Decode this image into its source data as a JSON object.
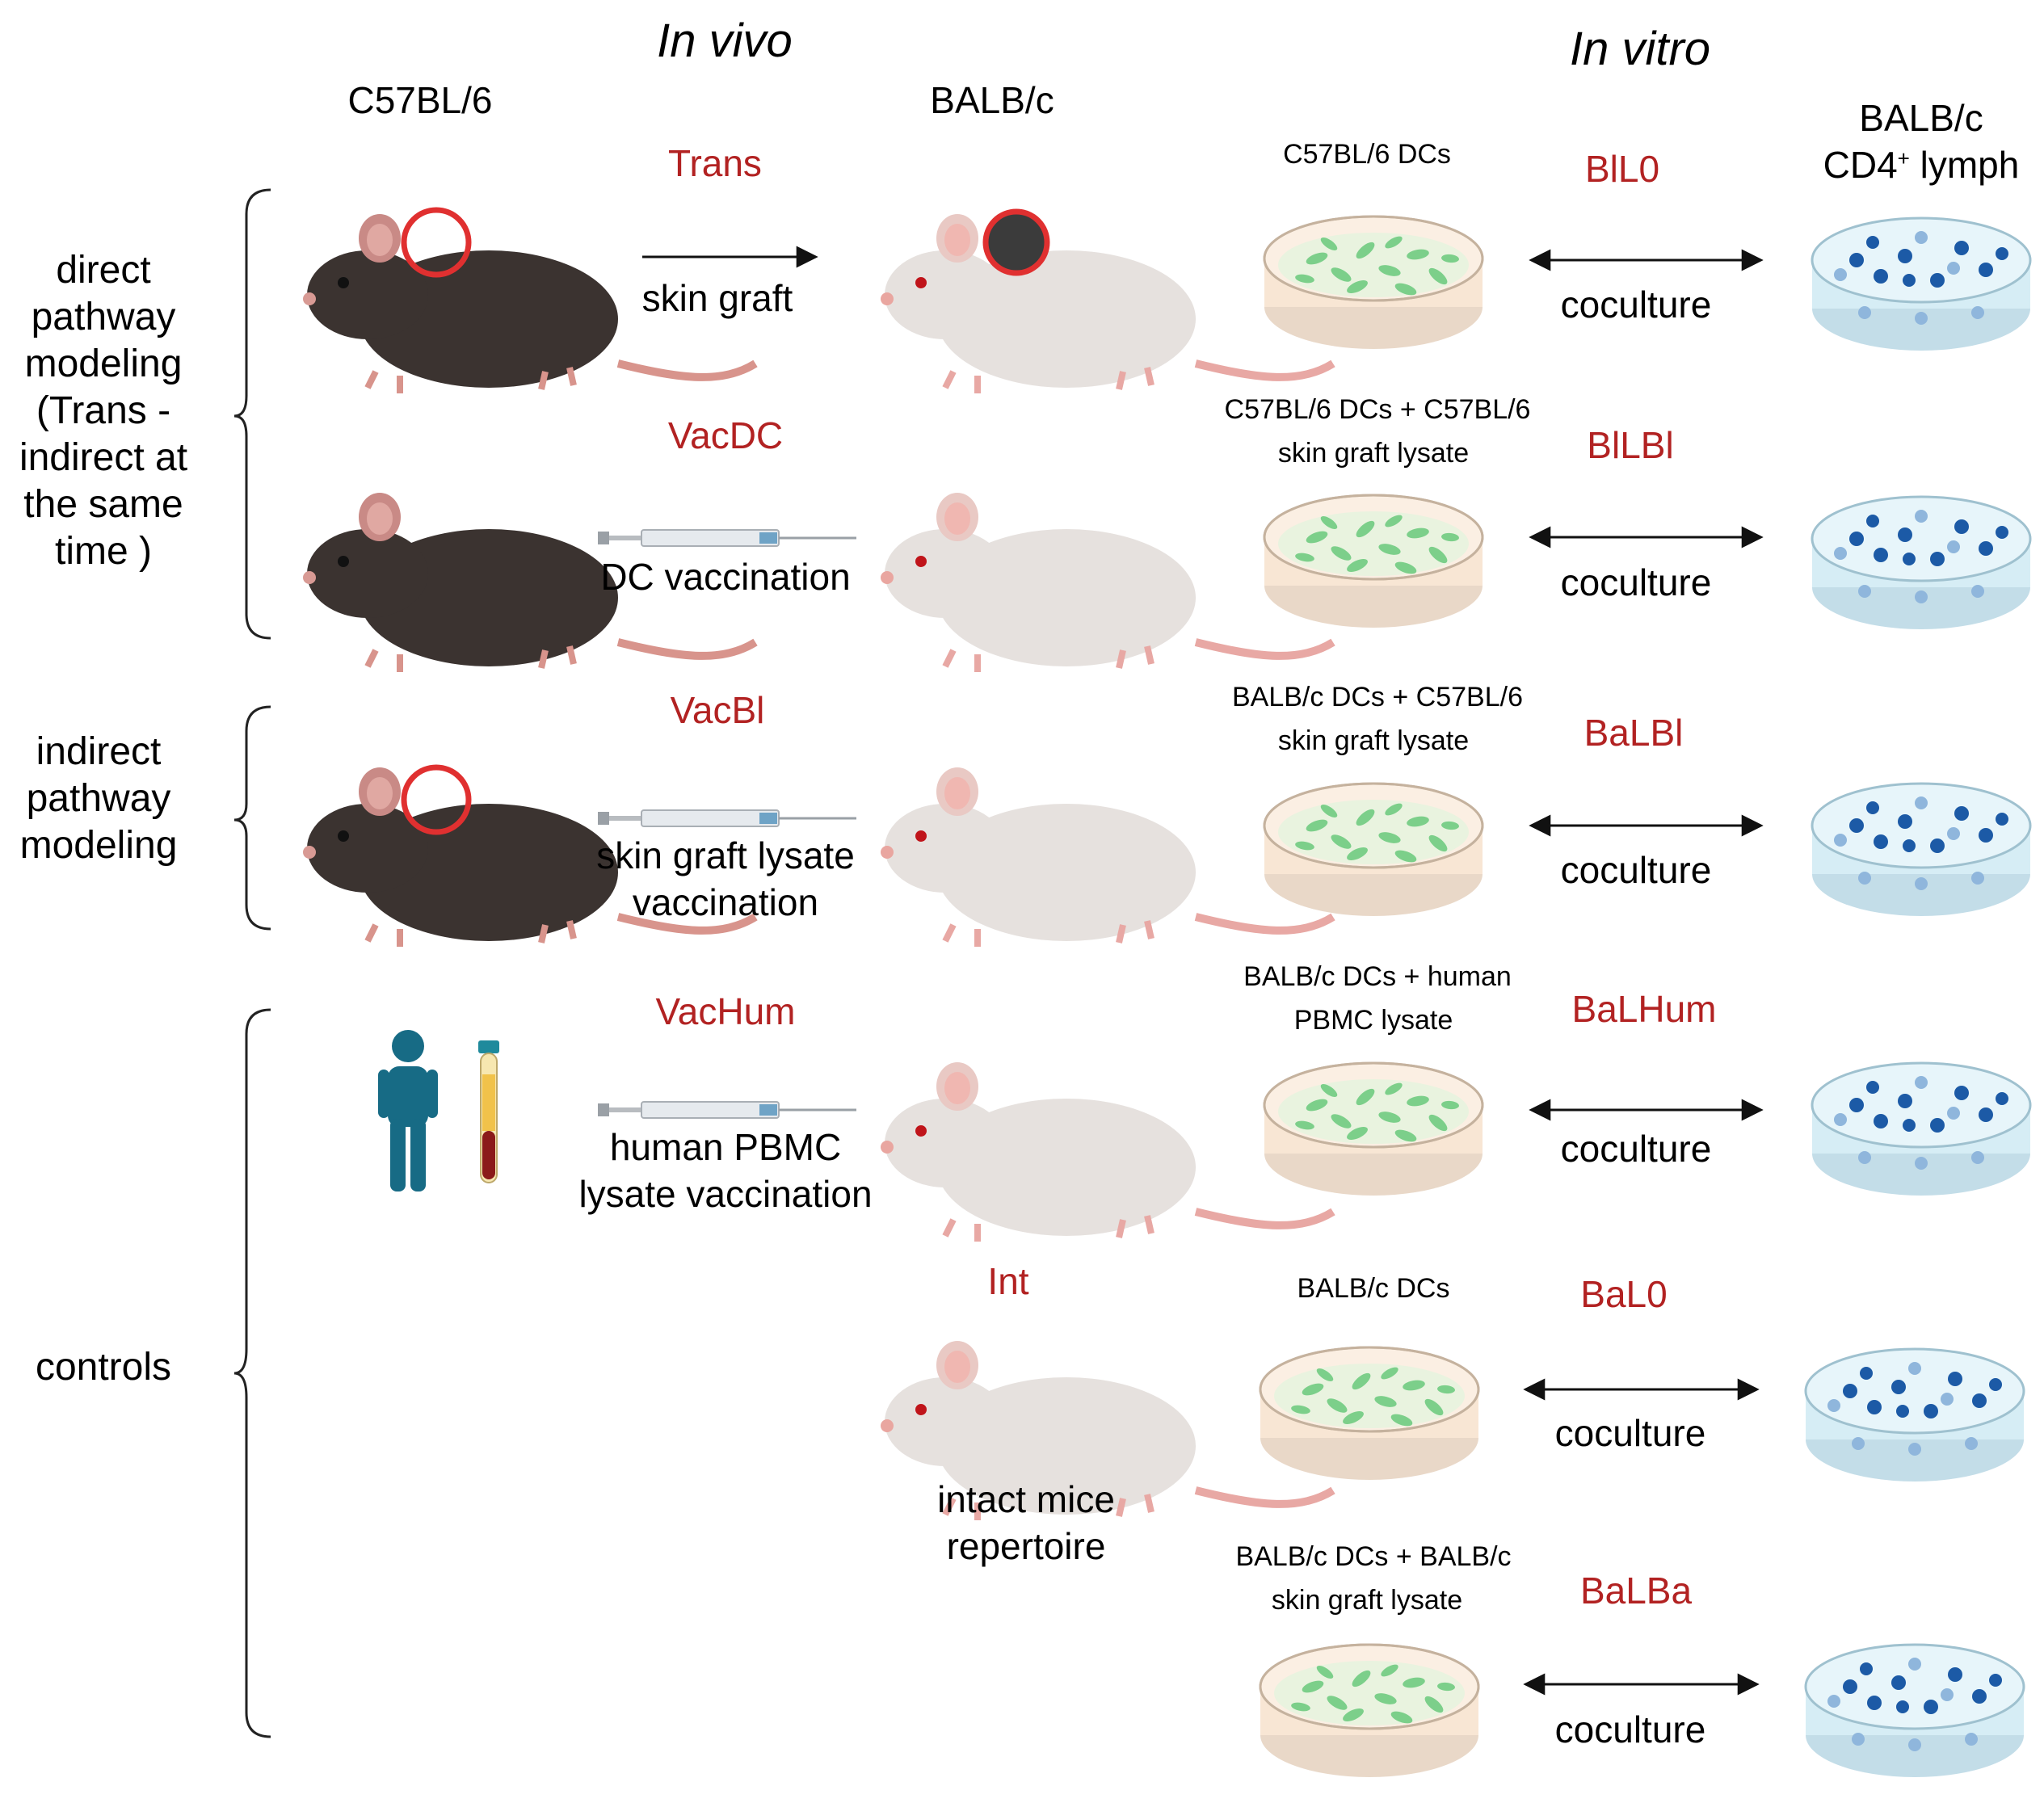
{
  "headers": {
    "in_vivo": "In vivo",
    "in_vitro": "In vitro"
  },
  "strains": {
    "donor": "C57BL/6",
    "recipient": "BALB/c",
    "lymph_1": "BALB/c",
    "lymph_2_base": "CD4",
    "lymph_2_sup": "+",
    "lymph_2_rest": " lymph"
  },
  "groups": [
    {
      "id": "direct",
      "lines": [
        "direct",
        "pathway",
        "modeling",
        "(Trans -",
        "indirect at",
        "the same",
        "time )"
      ]
    },
    {
      "id": "indirect",
      "lines": [
        "indirect",
        "pathway",
        "modeling"
      ]
    },
    {
      "id": "controls",
      "lines": [
        "controls"
      ]
    }
  ],
  "in_vivo_rows": [
    {
      "code": "Trans",
      "action": [
        "skin graft"
      ]
    },
    {
      "code": "VacDC",
      "action": [
        "DC vaccination"
      ]
    },
    {
      "code": "VacBl",
      "action": [
        "skin graft lysate",
        "vaccination"
      ]
    },
    {
      "code": "VacHum",
      "action": [
        "human PBMC",
        "lysate vaccination"
      ]
    },
    {
      "code": "Int",
      "action": [
        "intact mice",
        "repertoire"
      ]
    }
  ],
  "in_vitro_rows": [
    {
      "code": "BlL0",
      "dish_label": [
        "C57BL/6 DCs"
      ],
      "action": "coculture"
    },
    {
      "code": "BlLBl",
      "dish_label": [
        "C57BL/6 DCs + C57BL/6",
        "skin graft lysate"
      ],
      "action": "coculture"
    },
    {
      "code": "BaLBl",
      "dish_label": [
        "BALB/c DCs + C57BL/6",
        "skin graft lysate"
      ],
      "action": "coculture"
    },
    {
      "code": "BaLHum",
      "dish_label": [
        "BALB/c DCs + human",
        "PBMC lysate"
      ],
      "action": "coculture"
    },
    {
      "code": "BaL0",
      "dish_label": [
        "BALB/c DCs"
      ],
      "action": "coculture"
    },
    {
      "code": "BaLBa",
      "dish_label": [
        "BALB/c DCs + BALB/c",
        "skin graft lysate"
      ],
      "action": "coculture"
    }
  ],
  "colors": {
    "code_red": "#b22222",
    "dark_mouse": "#3b3330",
    "white_mouse": "#e6e1de",
    "graft_ring": "#e03030",
    "dc_cells": "#7ccf8a",
    "dc_medium": "#f8e6d4",
    "lymph_medium": "#d6edf5",
    "lymph_cells": "#1c5aa6",
    "person": "#176b85"
  }
}
